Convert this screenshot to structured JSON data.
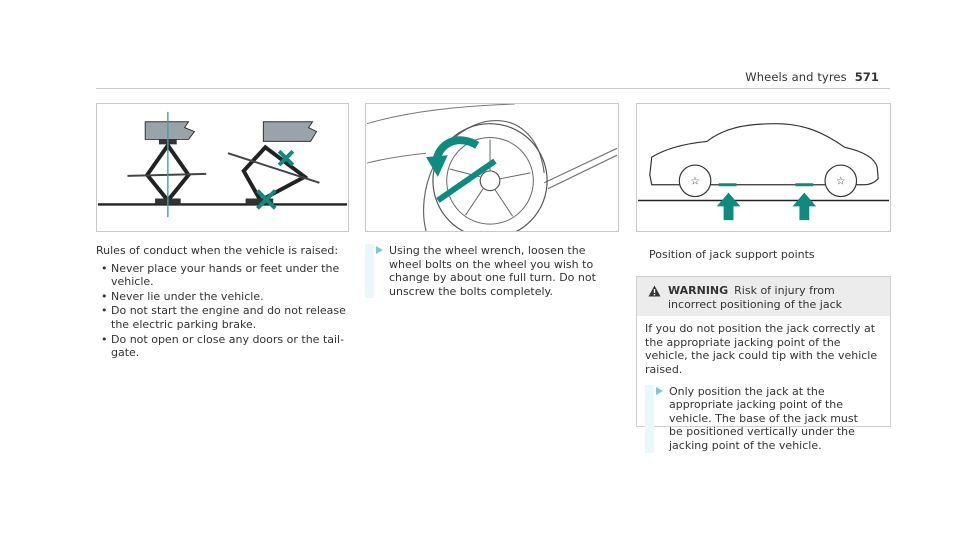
{
  "header": {
    "section": "Wheels and tyres",
    "page": "571"
  },
  "col1": {
    "intro": "Rules of conduct when the vehicle is raised:",
    "bullets": [
      "Never place your hands or feet under the vehicle.",
      "Never lie under the vehicle.",
      "Do not start the engine and do not release the electric parking brake.",
      "Do not open or close any doors or the tail-gate."
    ]
  },
  "col2": {
    "step": "Using the wheel wrench, loosen the wheel bolts on the wheel you wish to change by about one full turn. Do not unscrew the bolts completely."
  },
  "col3": {
    "caption": "Position of jack support points",
    "warning": {
      "label": "WARNING",
      "title": "Risk of injury from incorrect positioning of the jack",
      "body": "If you do not position the jack correctly at the appropriate jacking point of the vehicle, the jack could tip with the vehicle raised.",
      "step": "Only position the jack at the appropriate jacking point of the vehicle. The base of the jack must be positioned vertically under the jacking point of the vehicle."
    }
  },
  "colors": {
    "accent": "#0e8a7e",
    "text": "#333333",
    "rule": "#c8c8c8",
    "step_bar": "#eaf8fb",
    "warning_bg": "#ececec"
  }
}
